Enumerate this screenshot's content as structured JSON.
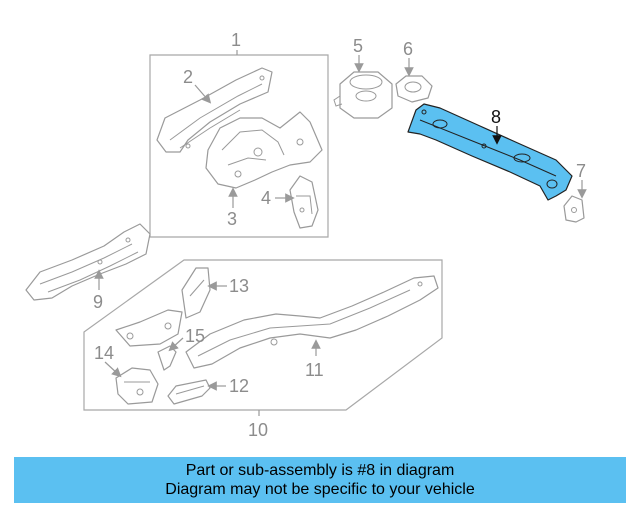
{
  "diagram": {
    "callouts": [
      "1",
      "2",
      "3",
      "4",
      "5",
      "6",
      "7",
      "8",
      "9",
      "10",
      "11",
      "12",
      "13",
      "14",
      "15"
    ],
    "highlight_part": "8",
    "highlight_color": "#5bc0f1"
  },
  "banner": {
    "line1": "Part or sub-assembly is #8 in diagram",
    "line2": "Diagram may not be specific to your vehicle"
  }
}
